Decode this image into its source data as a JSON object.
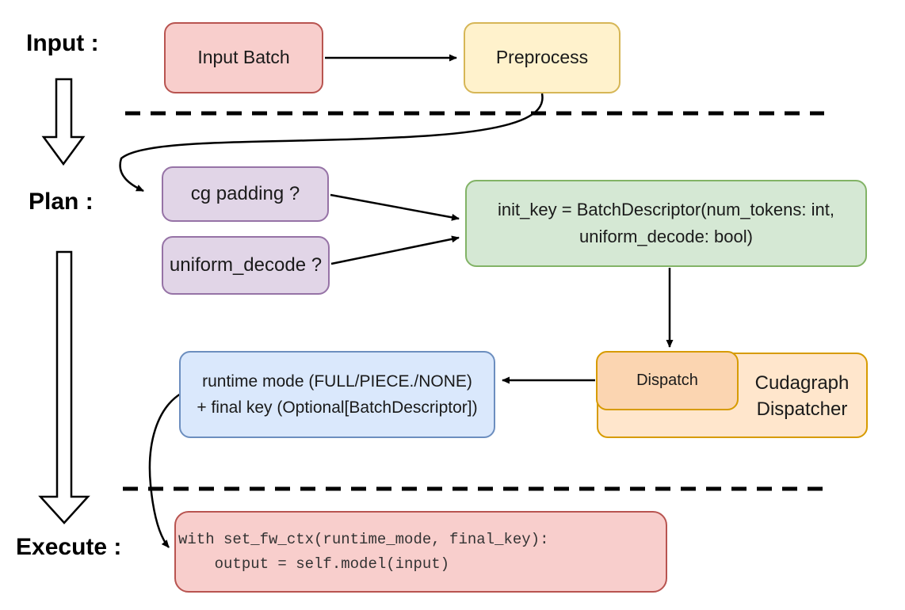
{
  "stages": {
    "input_label": "Input :",
    "plan_label": "Plan :",
    "execute_label": "Execute :"
  },
  "nodes": {
    "input_batch": {
      "label": "Input Batch"
    },
    "preprocess": {
      "label": "Preprocess"
    },
    "cg_padding": {
      "label": "cg padding ?"
    },
    "uniform_decode": {
      "label": "uniform_decode ?"
    },
    "init_key": {
      "line1": "init_key = BatchDescriptor(num_tokens: int,",
      "line2": "uniform_decode: bool)"
    },
    "runtime_mode": {
      "line1": "runtime mode (FULL/PIECE./NONE)",
      "line2": "+ final key (Optional[BatchDescriptor])"
    },
    "dispatch": {
      "label": "Dispatch"
    },
    "cudagraph_dispatcher": {
      "line1": "Cudagraph",
      "line2": "Dispatcher"
    },
    "execute_code": {
      "line1": "with set_fw_ctx(runtime_mode, final_key):",
      "line2": "    output = self.model(input)"
    }
  },
  "colors": {
    "red_fill": "#f8cecc",
    "red_stroke": "#b85450",
    "yellow_fill": "#fff2cc",
    "yellow_stroke": "#d6b656",
    "purple_fill": "#e1d5e7",
    "purple_stroke": "#9673a6",
    "green_fill": "#d5e8d4",
    "green_stroke": "#82b366",
    "blue_fill": "#dae8fc",
    "blue_stroke": "#6c8ebf",
    "orange_fill": "#ffe6cc",
    "orange_stroke": "#d79b00",
    "orange_inner_fill": "#fbd5b1",
    "arrow_color": "#000000"
  }
}
